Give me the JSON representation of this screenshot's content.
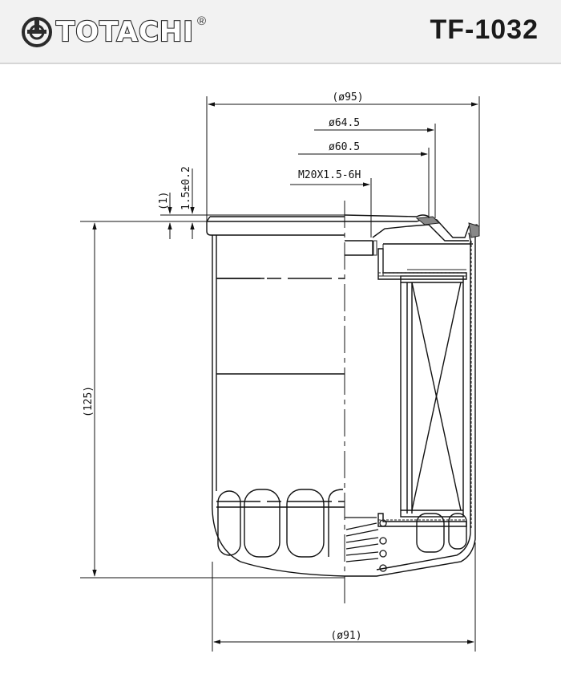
{
  "header": {
    "brand": "TOTACHI",
    "registered": "®",
    "part_number": "TF-1032"
  },
  "drawing": {
    "labels": {
      "outer_diameter": "(ø95)",
      "gasket_outer": "ø64.5",
      "gasket_inner": "ø60.5",
      "thread": "M20X1.5-6H",
      "gasket_gap": "(1)",
      "gasket_height": "1.5±0.2",
      "height": "(125)",
      "body_diameter": "(ø91)"
    },
    "colors": {
      "line": "#111111",
      "hatch": "#222222",
      "background": "#ffffff"
    },
    "icons": [
      "totachi-logo-icon"
    ]
  }
}
